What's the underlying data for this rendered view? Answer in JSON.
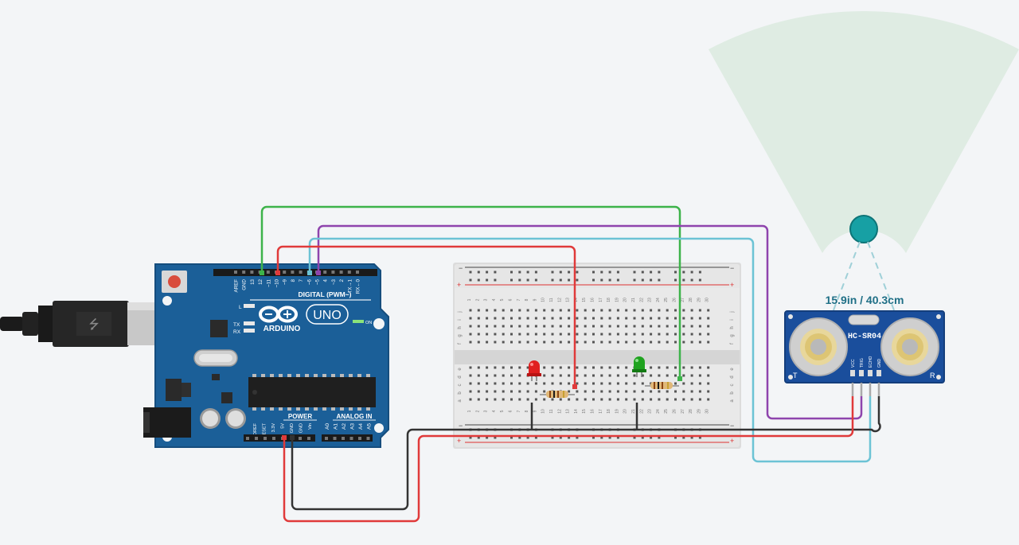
{
  "canvas": {
    "background": "#f3f5f7"
  },
  "arduino": {
    "brand": "ARDUINO",
    "model": "UNO",
    "digital_label": "DIGITAL (PWM~)",
    "power_label": "POWER",
    "analog_label": "ANALOG IN",
    "on_label": "ON",
    "led_labels": [
      "L",
      "TX",
      "RX"
    ],
    "top_pins": [
      "AREF",
      "GND",
      "13",
      "12",
      "~11",
      "~10",
      "~9",
      "8",
      "7",
      "~6",
      "~5",
      "4",
      "~3",
      "2",
      "TX→1",
      "RX←0"
    ],
    "power_pins": [
      "IOREF",
      "RESET",
      "3.3V",
      "5V",
      "GND",
      "GND",
      "Vin"
    ],
    "analog_pins": [
      "A0",
      "A1",
      "A2",
      "A3",
      "A4",
      "A5"
    ],
    "board_color": "#1b5f98"
  },
  "breadboard": {
    "row_letters_top": [
      "j",
      "i",
      "h",
      "g",
      "f"
    ],
    "row_letters_bottom": [
      "e",
      "d",
      "c",
      "b",
      "a"
    ],
    "columns": [
      "1",
      "2",
      "3",
      "4",
      "5",
      "6",
      "7",
      "8",
      "9",
      "10",
      "11",
      "12",
      "13",
      "14",
      "15",
      "16",
      "17",
      "18",
      "19",
      "20",
      "21",
      "22",
      "23",
      "24",
      "25",
      "26",
      "27",
      "28",
      "29",
      "30"
    ],
    "rail_minus": "−",
    "rail_plus": "+"
  },
  "sensor": {
    "name": "HC-SR04",
    "reading": "15.9in / 40.3cm",
    "pins": [
      "VCC",
      "TRIG",
      "ECHO",
      "GND"
    ],
    "t_label": "T",
    "r_label": "R",
    "board_color": "#1a4e9c"
  },
  "components": {
    "red_led_color": "#e02020",
    "green_led_color": "#1fa31f"
  },
  "wires": {
    "green": "#3db34a",
    "purple": "#8e44ad",
    "cyan": "#6cc3d5",
    "red": "#e03a3a",
    "black": "#333333"
  }
}
